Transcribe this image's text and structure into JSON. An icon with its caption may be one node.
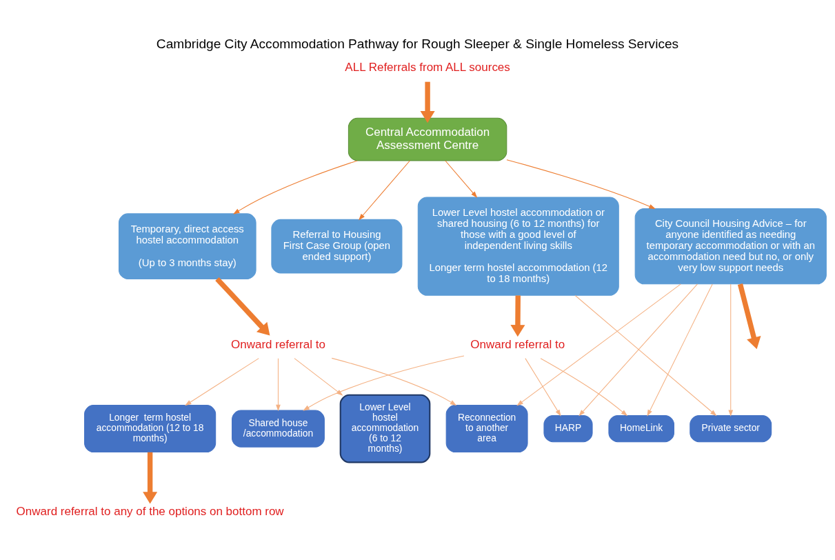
{
  "diagram": {
    "title": "Cambridge City Accommodation Pathway for Rough Sleeper & Single Homeless Services",
    "nodes": [
      {
        "text": [
          "ALL Referrals from ALL sources"
        ]
      },
      {
        "text": [
          "Central Accommodation Assessment Centre"
        ]
      },
      {
        "text": [
          "Temporary, direct access hostel accommodation",
          "(Up to 3 months stay)"
        ]
      },
      {
        "text": [
          "Referral to Housing First Case Group (open ended support)"
        ]
      },
      {
        "text": [
          "Lower Level hostel accommodation or shared housing (6 to 12 months) for those with a good level of independent living skills",
          "Longer term hostel accommodation (12 to 18 months)"
        ]
      },
      {
        "text": [
          "City Council Housing Advice – for anyone identified as needing temporary accommodation or with an accommodation need but no, or only very low support needs"
        ]
      },
      {
        "text": [
          "Onward referral to"
        ]
      },
      {
        "text": [
          "Onward referral to"
        ]
      },
      {
        "text": [
          "Longer  term hostel accommodation (12 to 18 months)"
        ]
      },
      {
        "text": [
          "Shared house /accommodation"
        ]
      },
      {
        "text": [
          "Lower Level hostel accommodation (6 to 12 months)"
        ]
      },
      {
        "text": [
          "Reconnection to another area"
        ]
      },
      {
        "text": [
          "HARP"
        ]
      },
      {
        "text": [
          "HomeLink"
        ]
      },
      {
        "text": [
          "Private sector"
        ]
      },
      {
        "text": [
          "Onward referral to any of the options on bottom row"
        ]
      }
    ],
    "edges": [
      {
        "from": 0,
        "to": 1,
        "arrow": "to",
        "style": "thick",
        "color": "#ed7d31"
      },
      {
        "from": 1,
        "to": 2,
        "arrow": "to",
        "color": "#ed7d31"
      },
      {
        "from": 1,
        "to": 3,
        "arrow": "to",
        "color": "#ed7d31"
      },
      {
        "from": 1,
        "to": 4,
        "arrow": "to",
        "color": "#ed7d31"
      },
      {
        "from": 1,
        "to": 5,
        "arrow": "to",
        "color": "#ed7d31"
      },
      {
        "from": 2,
        "to": 6,
        "arrow": "to",
        "style": "thick",
        "color": "#ed7d31"
      },
      {
        "from": 4,
        "to": 7,
        "arrow": "to",
        "style": "thick",
        "color": "#ed7d31"
      },
      {
        "from": 5,
        "to": null,
        "arrow": "to",
        "style": "thick",
        "color": "#ed7d31"
      },
      {
        "from": 6,
        "to": 8,
        "arrow": "to"
      },
      {
        "from": 6,
        "to": 9,
        "arrow": "to"
      },
      {
        "from": 6,
        "to": 10,
        "arrow": "to"
      },
      {
        "from": 6,
        "to": 11,
        "arrow": "to"
      },
      {
        "from": 7,
        "to": 9,
        "arrow": "to"
      },
      {
        "from": 7,
        "to": 12,
        "arrow": "to"
      },
      {
        "from": 7,
        "to": 13,
        "arrow": "to"
      },
      {
        "from": 4,
        "to": 14,
        "arrow": "to"
      },
      {
        "from": 5,
        "to": 11,
        "arrow": "to"
      },
      {
        "from": 5,
        "to": 12,
        "arrow": "to"
      },
      {
        "from": 5,
        "to": 13,
        "arrow": "to"
      },
      {
        "from": 5,
        "to": 14,
        "arrow": "to"
      },
      {
        "from": 8,
        "to": 15,
        "arrow": "to",
        "style": "thick",
        "color": "#ed7d31"
      }
    ]
  }
}
